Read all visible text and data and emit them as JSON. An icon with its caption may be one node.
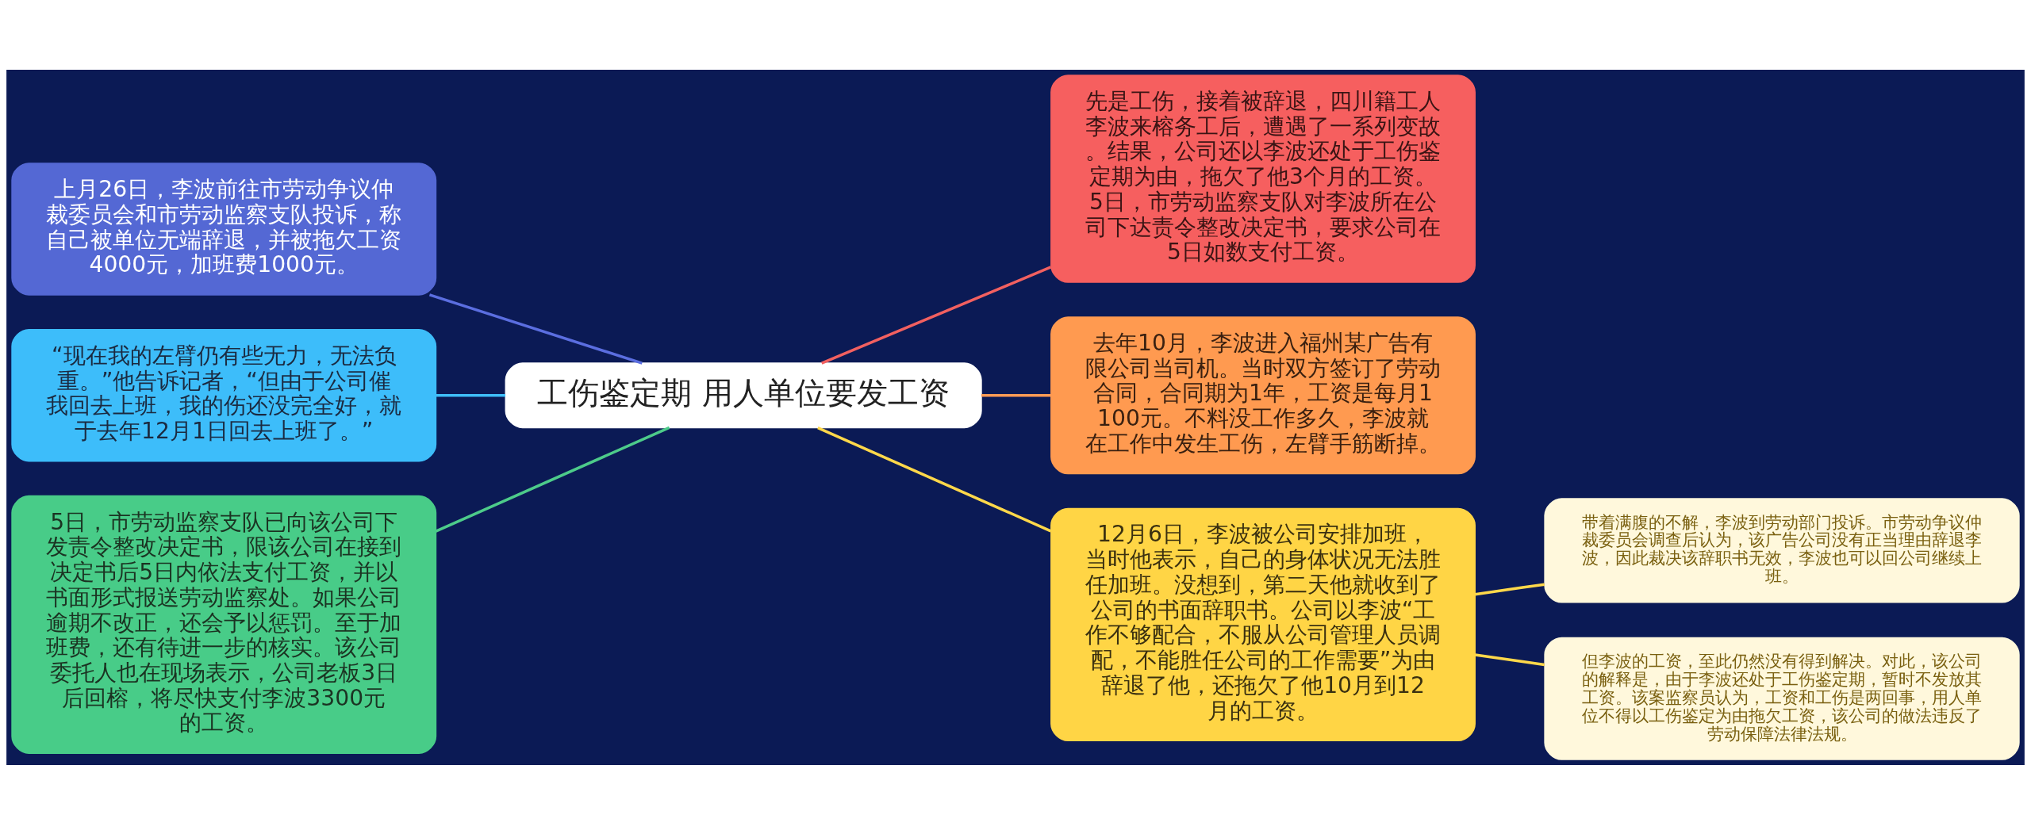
{
  "diagram": {
    "nodes": [
      {
        "text": [
          "工伤鉴定期 用人单位要发工资"
        ]
      },
      {
        "text": [
          "上月26日，李波前往市劳动争议仲裁委员会和市劳动监察支队投诉，称自己被单位无端辞退，并被拖欠工资4000元，加班费1000元。"
        ]
      },
      {
        "text": [
          "“现在我的左臂仍有些无力，无法负重。”他告诉记者，“但由于公司催我回去上班，我的伤还没完全好，就于去年12月1日回去上班了。”"
        ]
      },
      {
        "text": [
          "5日，市劳动监察支队已向该公司下发责令整改决定书，限该公司在接到决定书后5日内依法支付工资，并以书面形式报送劳动监察处。如果公司逾期不改正，还会予以惩罚。至于加班费，还有待进一步的核实。该公司委托人也在现场表示，公司老板3日后回榕，将尽快支付李波3300元的工资。"
        ]
      },
      {
        "text": [
          "先是工伤，接着被辞退，四川籍工人李波来榕务工后，遭遇了一系列变故。结果，公司还以李波还处于工伤鉴定期为由，拖欠了他3个月的工资。5日，市劳动监察支队对李波所在公司下达责令整改决定书，要求公司在5日如数支付工资。"
        ]
      },
      {
        "text": [
          "去年10月，李波进入福州某广告有限公司当司机。当时双方签订了劳动合同，合同期为1年，工资是每月1100元。不料没工作多久，李波就在工作中发生工伤，左臂手筋断掉。"
        ]
      },
      {
        "text": [
          "12月6日，李波被公司安排加班，当时他表示，自己的身体状况无法胜任加班。没想到，第二天他就收到了公司的书面辞职书。公司以李波“工作不够配合，不服从公司管理人员调配，不能胜任公司的工作需要”为由辞退了他，还拖欠了他10月到12月的工资。"
        ]
      },
      {
        "text": [
          "带着满腹的不解，李波到劳动部门投诉。市劳动争议仲裁委员会调查后认为，该广告公司没有正当理由辞退李波，因此裁决该辞职书无效，李波也可以回公司继续上班。"
        ]
      },
      {
        "text": [
          "但李波的工资，至此仍然没有得到解决。对此，该公司的解释是，由于李波还处于工伤鉴定期，暂时不发放其工资。该案监察员认为，工资和工伤是两回事，用人单位不得以工伤鉴定为由拖欠工资，该公司的做法违反了劳动保障法律法规。"
        ]
      }
    ],
    "edges": [
      {
        "from": 0,
        "to": 1,
        "arrow": "none",
        "color": "#5b6ee0"
      },
      {
        "from": 0,
        "to": 2,
        "arrow": "none",
        "color": "#3fbdf7"
      },
      {
        "from": 0,
        "to": 3,
        "arrow": "none",
        "color": "#4dcb8a"
      },
      {
        "from": 0,
        "to": 4,
        "arrow": "none",
        "color": "#f26060"
      },
      {
        "from": 0,
        "to": 5,
        "arrow": "none",
        "color": "#ff9a55"
      },
      {
        "from": 0,
        "to": 6,
        "arrow": "none",
        "color": "#ffd84a"
      },
      {
        "from": 6,
        "to": 7,
        "arrow": "none",
        "color": "#ffd84a"
      },
      {
        "from": 6,
        "to": 8,
        "arrow": "none",
        "color": "#ffd84a"
      }
    ]
  }
}
